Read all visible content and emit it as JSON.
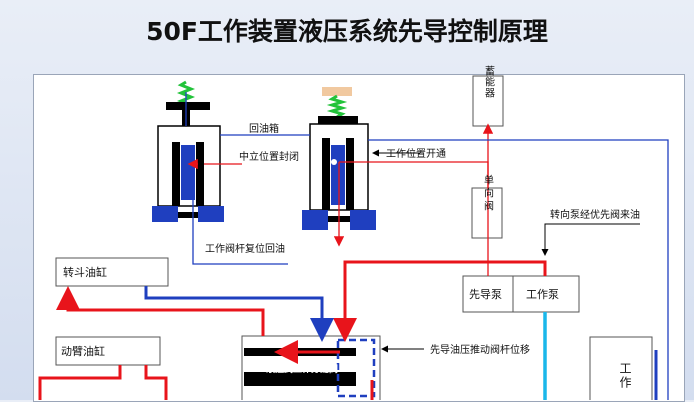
{
  "title": "50F工作装置液压系统先导控制原理",
  "labels": {
    "accumulator": "蓄能器",
    "return_tank": "回油箱",
    "neutral_closed": "中立位置封闭",
    "work_open": "工作位置开通",
    "check_valve": "单向阀",
    "steering_pump": "转向泵经优先阀来油",
    "spool_return": "工作阀杆复位回油",
    "bucket_cyl": "转斗油缸",
    "pilot_pump": "先导泵",
    "work_pump": "工作泵",
    "pilot_push": "先导油压推动阀杆位移",
    "boom_cyl": "动臂油缸",
    "dist_valve": "液控式工作分配阀",
    "work_tank": "工作"
  },
  "colors": {
    "pressure": "#e8141b",
    "return": "#1f3fbf",
    "supply": "#1ab7ea",
    "spring": "#22c33a",
    "valve_fill": "#1f3fbf",
    "body": "#000000"
  }
}
